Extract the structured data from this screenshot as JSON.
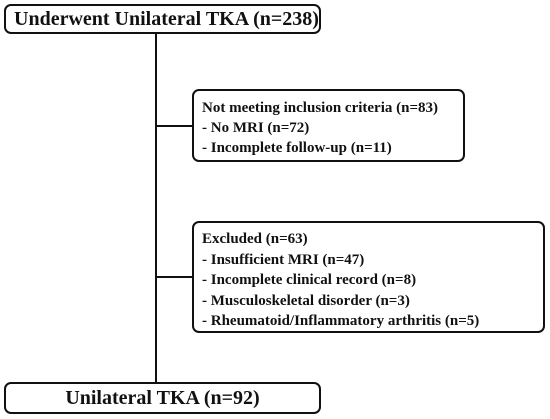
{
  "flow": {
    "top_box": "Underwent Unilateral TKA (n=238)",
    "exclusion_1": {
      "heading": "Not meeting inclusion criteria (n=83)",
      "items": [
        "- No MRI (n=72)",
        "- Incomplete follow-up (n=11)"
      ]
    },
    "exclusion_2": {
      "heading": "Excluded (n=63)",
      "items": [
        "- Insufficient MRI (n=47)",
        "- Incomplete clinical record (n=8)",
        "- Musculoskeletal disorder (n=3)",
        "- Rheumatoid/Inflammatory arthritis (n=5)"
      ]
    },
    "bottom_box": "Unilateral TKA (n=92)"
  }
}
